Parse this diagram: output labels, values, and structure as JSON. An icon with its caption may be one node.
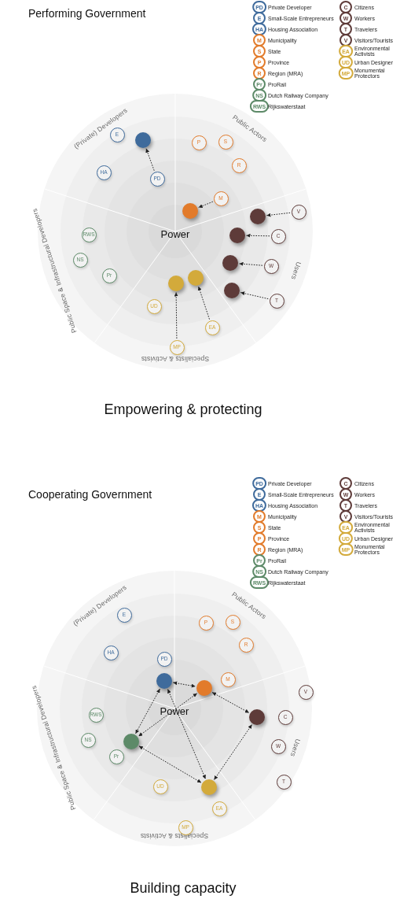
{
  "diagram": {
    "nodes": [
      {
        "text": [
          "E"
        ]
      },
      {
        "text": [],
        "shape": "circle"
      },
      {
        "text": [
          "HA"
        ]
      },
      {
        "text": [
          "PD"
        ]
      },
      {
        "text": [
          "P"
        ]
      },
      {
        "text": [
          "S"
        ]
      },
      {
        "text": [
          "R"
        ]
      },
      {
        "text": [
          "M"
        ]
      },
      {
        "text": [],
        "shape": "circle"
      },
      {
        "text": [
          "V"
        ]
      },
      {
        "text": [],
        "shape": "circle"
      },
      {
        "text": [
          "C"
        ]
      },
      {
        "text": [],
        "shape": "circle"
      },
      {
        "text": [
          "W"
        ]
      },
      {
        "text": [],
        "shape": "circle"
      },
      {
        "text": [
          "T"
        ]
      },
      {
        "text": [],
        "shape": "circle"
      },
      {
        "text": [
          "RWS"
        ]
      },
      {
        "text": [
          "NS"
        ]
      },
      {
        "text": [
          "Pr"
        ]
      },
      {
        "text": [],
        "shape": "circle"
      },
      {
        "text": [],
        "shape": "circle"
      },
      {
        "text": [
          "UD"
        ]
      },
      {
        "text": [
          "EA"
        ]
      },
      {
        "text": [
          "MP"
        ]
      },
      {
        "text": [
          "E"
        ]
      },
      {
        "text": [
          "HA"
        ]
      },
      {
        "text": [
          "PD"
        ]
      },
      {
        "text": [],
        "shape": "circle"
      },
      {
        "text": [
          "P"
        ]
      },
      {
        "text": [
          "S"
        ]
      },
      {
        "text": [
          "R"
        ]
      },
      {
        "text": [
          "M"
        ]
      },
      {
        "text": [],
        "shape": "circle"
      },
      {
        "text": [
          "V"
        ]
      },
      {
        "text": [],
        "shape": "circle"
      },
      {
        "text": [
          "C"
        ]
      },
      {
        "text": [
          "W"
        ]
      },
      {
        "text": [
          "T"
        ]
      },
      {
        "text": [
          "RWS"
        ]
      },
      {
        "text": [
          "NS"
        ]
      },
      {
        "text": [],
        "shape": "circle"
      },
      {
        "text": [
          "Pr"
        ]
      },
      {
        "text": [
          "UD"
        ]
      },
      {
        "text": [],
        "shape": "circle"
      },
      {
        "text": [
          "EA"
        ]
      },
      {
        "text": [
          "MP"
        ]
      }
    ],
    "edges": [
      {
        "from": 3,
        "to": 1,
        "arrow": "to",
        "style": "dashed"
      },
      {
        "from": 7,
        "to": 8,
        "arrow": "to",
        "style": "dashed"
      },
      {
        "from": 9,
        "to": 10,
        "arrow": "to",
        "style": "dashed"
      },
      {
        "from": 11,
        "to": 12,
        "arrow": "to",
        "style": "dashed"
      },
      {
        "from": 13,
        "to": 14,
        "arrow": "to",
        "style": "dashed"
      },
      {
        "from": 15,
        "to": 16,
        "arrow": "to",
        "style": "dashed"
      },
      {
        "from": 24,
        "to": 20,
        "arrow": "to",
        "style": "dashed"
      },
      {
        "from": 23,
        "to": 21,
        "arrow": "to",
        "style": "dashed"
      },
      {
        "from": 28,
        "to": 33,
        "arrow": "both",
        "style": "dashed"
      },
      {
        "from": 33,
        "to": 35,
        "arrow": "both",
        "style": "dashed"
      },
      {
        "from": 35,
        "to": 44,
        "arrow": "both",
        "style": "dashed"
      },
      {
        "from": 28,
        "to": 41,
        "arrow": "both",
        "style": "dashed"
      },
      {
        "from": 33,
        "to": 41,
        "arrow": "both",
        "style": "dashed"
      },
      {
        "from": 28,
        "to": 44,
        "arrow": "both",
        "style": "dashed"
      },
      {
        "from": 41,
        "to": 44,
        "arrow": "both",
        "style": "dashed"
      }
    ],
    "labels": [
      "Performing Government",
      "PD",
      "E",
      "HA",
      "M",
      "S",
      "P",
      "R",
      "Pr",
      "NS",
      "RWS",
      "C",
      "W",
      "T",
      "V",
      "EA",
      "UD",
      "MP",
      "(Private) Developers",
      "Public Actors",
      "Users",
      "Specialists & Activists",
      "Public Space & Infrastructural Developers",
      "Power",
      "Empowering & protecting",
      "Cooperating Government",
      "PD",
      "E",
      "HA",
      "M",
      "S",
      "P",
      "R",
      "Pr",
      "NS",
      "RWS",
      "C",
      "W",
      "T",
      "V",
      "EA",
      "UD",
      "MP",
      "(Private) Developers",
      "Public Actors",
      "Users",
      "Specialists & Activists",
      "Public Space & Infrastructural Developers",
      "Power",
      "Building capacity"
    ],
    "legend": [
      {
        "text": "Private Developer",
        "color": "#3f6b9c"
      },
      {
        "text": "Small-Scale Entrepreneurs",
        "color": "#3f6b9c"
      },
      {
        "text": "Housing Association",
        "color": "#3f6b9c"
      },
      {
        "text": "Municipality",
        "color": "#e27b2b"
      },
      {
        "text": "State",
        "color": "#e27b2b"
      },
      {
        "text": "Province",
        "color": "#e27b2b"
      },
      {
        "text": "Region (MRA)",
        "color": "#e27b2b"
      },
      {
        "text": "ProRail",
        "color": "#5d8a68"
      },
      {
        "text": "Dutch Railway Company",
        "color": "#5d8a68"
      },
      {
        "text": "Rijkswaterstaat",
        "color": "#5d8a68"
      },
      {
        "text": "Citizens",
        "color": "#5e3b39"
      },
      {
        "text": "Workers",
        "color": "#5e3b39"
      },
      {
        "text": "Travelers",
        "color": "#5e3b39"
      },
      {
        "text": "Visitors/Tourists",
        "color": "#5e3b39"
      },
      {
        "text": "Environmental Activists",
        "color": "#d3aa3b"
      },
      {
        "text": "Urban Designer",
        "color": "#d3aa3b"
      },
      {
        "text": "Monumental Protectors",
        "color": "#d3aa3b"
      },
      {
        "text": "Private Developer",
        "color": "#3f6b9c"
      },
      {
        "text": "Small-Scale Entrepreneurs",
        "color": "#3f6b9c"
      },
      {
        "text": "Housing Association",
        "color": "#3f6b9c"
      },
      {
        "text": "Municipality",
        "color": "#e27b2b"
      },
      {
        "text": "State",
        "color": "#e27b2b"
      },
      {
        "text": "Province",
        "color": "#e27b2b"
      },
      {
        "text": "Region (MRA)",
        "color": "#e27b2b"
      },
      {
        "text": "ProRail",
        "color": "#5d8a68"
      },
      {
        "text": "Dutch Railway Company",
        "color": "#5d8a68"
      },
      {
        "text": "Rijkswaterstaat",
        "color": "#5d8a68"
      },
      {
        "text": "Citizens",
        "color": "#5e3b39"
      },
      {
        "text": "Workers",
        "color": "#5e3b39"
      },
      {
        "text": "Travelers",
        "color": "#5e3b39"
      },
      {
        "text": "Visitors/Tourists",
        "color": "#5e3b39"
      },
      {
        "text": "Environmental Activists",
        "color": "#d3aa3b"
      },
      {
        "text": "Urban Designer",
        "color": "#d3aa3b"
      },
      {
        "text": "Monumental Protectors",
        "color": "#d3aa3b"
      }
    ]
  }
}
